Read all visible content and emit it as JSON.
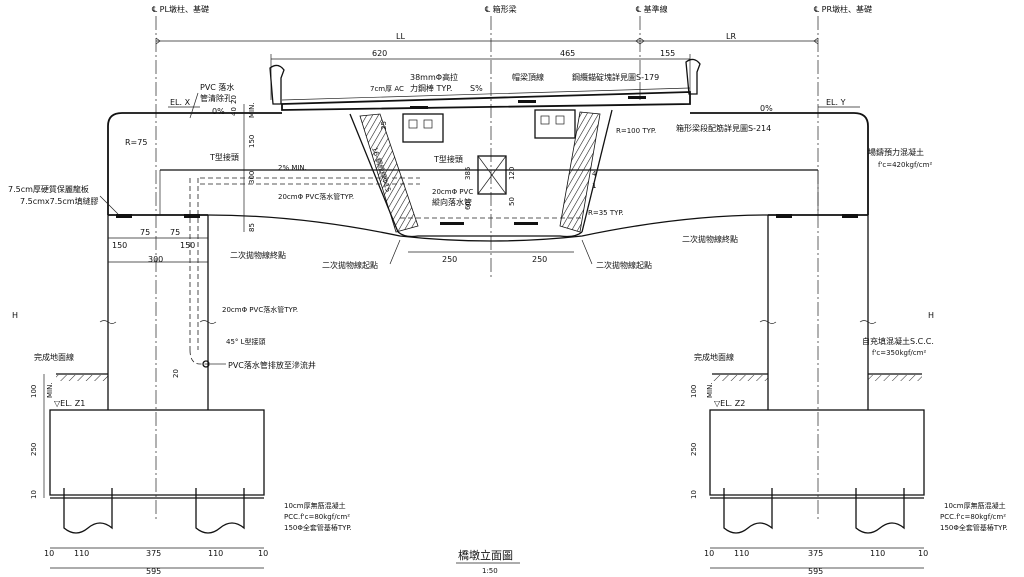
{
  "centerlines": {
    "pl": "℄ PL墩柱、基礎",
    "box": "℄ 箱形梁",
    "ref": "℄ 基準線",
    "pr": "℄ PR墩柱、基礎"
  },
  "top_dims": {
    "ll": "LL",
    "lr": "LR",
    "d620": "620",
    "d465": "465",
    "d155": "155"
  },
  "elevations": {
    "x": "EL. X",
    "y": "EL. Y",
    "z1": "▽EL. Z1",
    "z2": "▽EL. Z2"
  },
  "labels": {
    "pvc_drain": [
      "PVC 落水",
      "管清除孔"
    ],
    "ac": "7cm厚 AC",
    "bar": [
      "38mmΦ高拉",
      "力鋼棒 TYP."
    ],
    "s": "S%",
    "cap_beam_top": "帽梁頂線",
    "bearing_plate": "鋼纜錨碇塊詳見圖S-179",
    "zero_left": "0%",
    "zero_right": "0%",
    "r100": "R=100 TYP.",
    "box_rebar": "箱形梁段配筋詳見圖S-214",
    "r75": "R=75",
    "t_joint_left": "T型接頭",
    "t_joint_mid": "T型接頭",
    "slope2": "2% MIN.",
    "pvc20_typ": "20cmΦ PVC落水管TYP.",
    "pvc20_v": [
      "20cmΦ PVC",
      "縱向落水管"
    ],
    "tendons": "16-鋼絞線Φ15",
    "r35": "R=35 TYP.",
    "hard_rubber": "7.5cm厚硬質保麗龍板",
    "sealant": "7.5cmx7.5cm填縫膠",
    "parabola_end_l": "二次拋物線終點",
    "parabola_end_r": "二次拋物線終點",
    "parabola_start_l": "二次拋物線起點",
    "parabola_start_r": "二次拋物線起點",
    "prestressed": "場鑄預力混凝土",
    "fc420": "f'c=420kgf/cm²",
    "pvc20_col": "20cmΦ PVC落水管TYP.",
    "l_joint": "45° L型接頭",
    "to_well": "PVC落水管排放至滲流井",
    "ground_l": "完成地面線",
    "ground_r": "完成地面線",
    "scc": "自充填混凝土S.C.C.",
    "fc350": "f'c=350kgf/cm²",
    "lean_l": [
      "10cm厚無筋混凝土",
      "PCC.f'c=80kgf/cm²"
    ],
    "lean_r": [
      "10cm厚無筋混凝土",
      "PCC.f'c=80kgf/cm²"
    ],
    "pile_l": "150Φ全套管基樁TYP.",
    "pile_r": "150Φ全套管基樁TYP.",
    "h_left": "H",
    "h_right": "H"
  },
  "dims": {
    "d150a": "150",
    "d75a": "75",
    "d75b": "75",
    "d150b": "150",
    "d300": "300",
    "d250a": "250",
    "d250b": "250",
    "v40": "40",
    "v20": "20",
    "vmin": "MIN.",
    "v150": "150",
    "v300": "300",
    "v85": "85",
    "v120": "120",
    "v385": "385",
    "v50": "50",
    "v60": "60",
    "v25": "25",
    "v4": "4",
    "v1": "1",
    "v100l": "100",
    "v100r": "100",
    "vminl": "MIN.",
    "vminr": "MIN.",
    "v250l": "250",
    "v250r": "250",
    "v10l": "10",
    "v10r": "10",
    "v20b": "20",
    "f10a": "10",
    "f110a": "110",
    "f375a": "375",
    "f110b": "110",
    "f10b": "10",
    "f595a": "595",
    "f10c": "10",
    "f110c": "110",
    "f375b": "375",
    "f110d": "110",
    "f10d": "10",
    "f595b": "595"
  },
  "title": "橋墩立面圖",
  "scale": "1:50"
}
